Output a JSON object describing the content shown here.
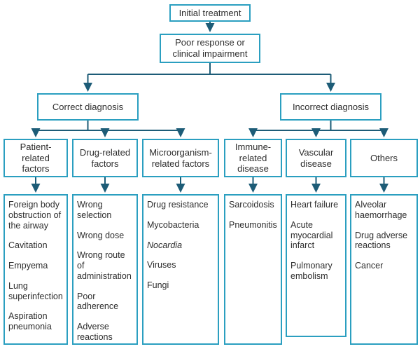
{
  "colors": {
    "box_border": "#2b9fc0",
    "connector": "#1d5c77",
    "text": "#2e2e2e"
  },
  "nodes": {
    "initial": {
      "label": "Initial treatment"
    },
    "poor_response": {
      "label": "Poor response or\nclinical impairment"
    },
    "correct": {
      "label": "Correct diagnosis"
    },
    "incorrect": {
      "label": "Incorrect diagnosis"
    },
    "patient": {
      "label": "Patient-\nrelated\nfactors"
    },
    "drug": {
      "label": "Drug-related\nfactors"
    },
    "micro": {
      "label": "Microorganism-\nrelated factors"
    },
    "immune": {
      "label": "Immune-\nrelated\ndisease"
    },
    "vascular": {
      "label": "Vascular\ndisease"
    },
    "others": {
      "label": "Others"
    }
  },
  "lists": {
    "patient": [
      "Foreign body obstruction of the airway",
      "Cavitation",
      "Empyema",
      "Lung superinfection",
      "Aspiration pneumonia"
    ],
    "drug": [
      "Wrong selection",
      "Wrong dose",
      "Wrong route of administration",
      "Poor adherence",
      "Adverse reactions"
    ],
    "micro": [
      "Drug resistance",
      "Mycobacteria",
      {
        "text": "Nocardia",
        "italic": true
      },
      "Viruses",
      "Fungi"
    ],
    "immune": [
      "Sarcoidosis",
      "Pneumonitis"
    ],
    "vascular": [
      "Heart failure",
      "Acute myocardial infarct",
      "Pulmonary embolism"
    ],
    "others": [
      "Alveolar haemorrhage",
      "Drug adverse reactions",
      "Cancer"
    ]
  }
}
